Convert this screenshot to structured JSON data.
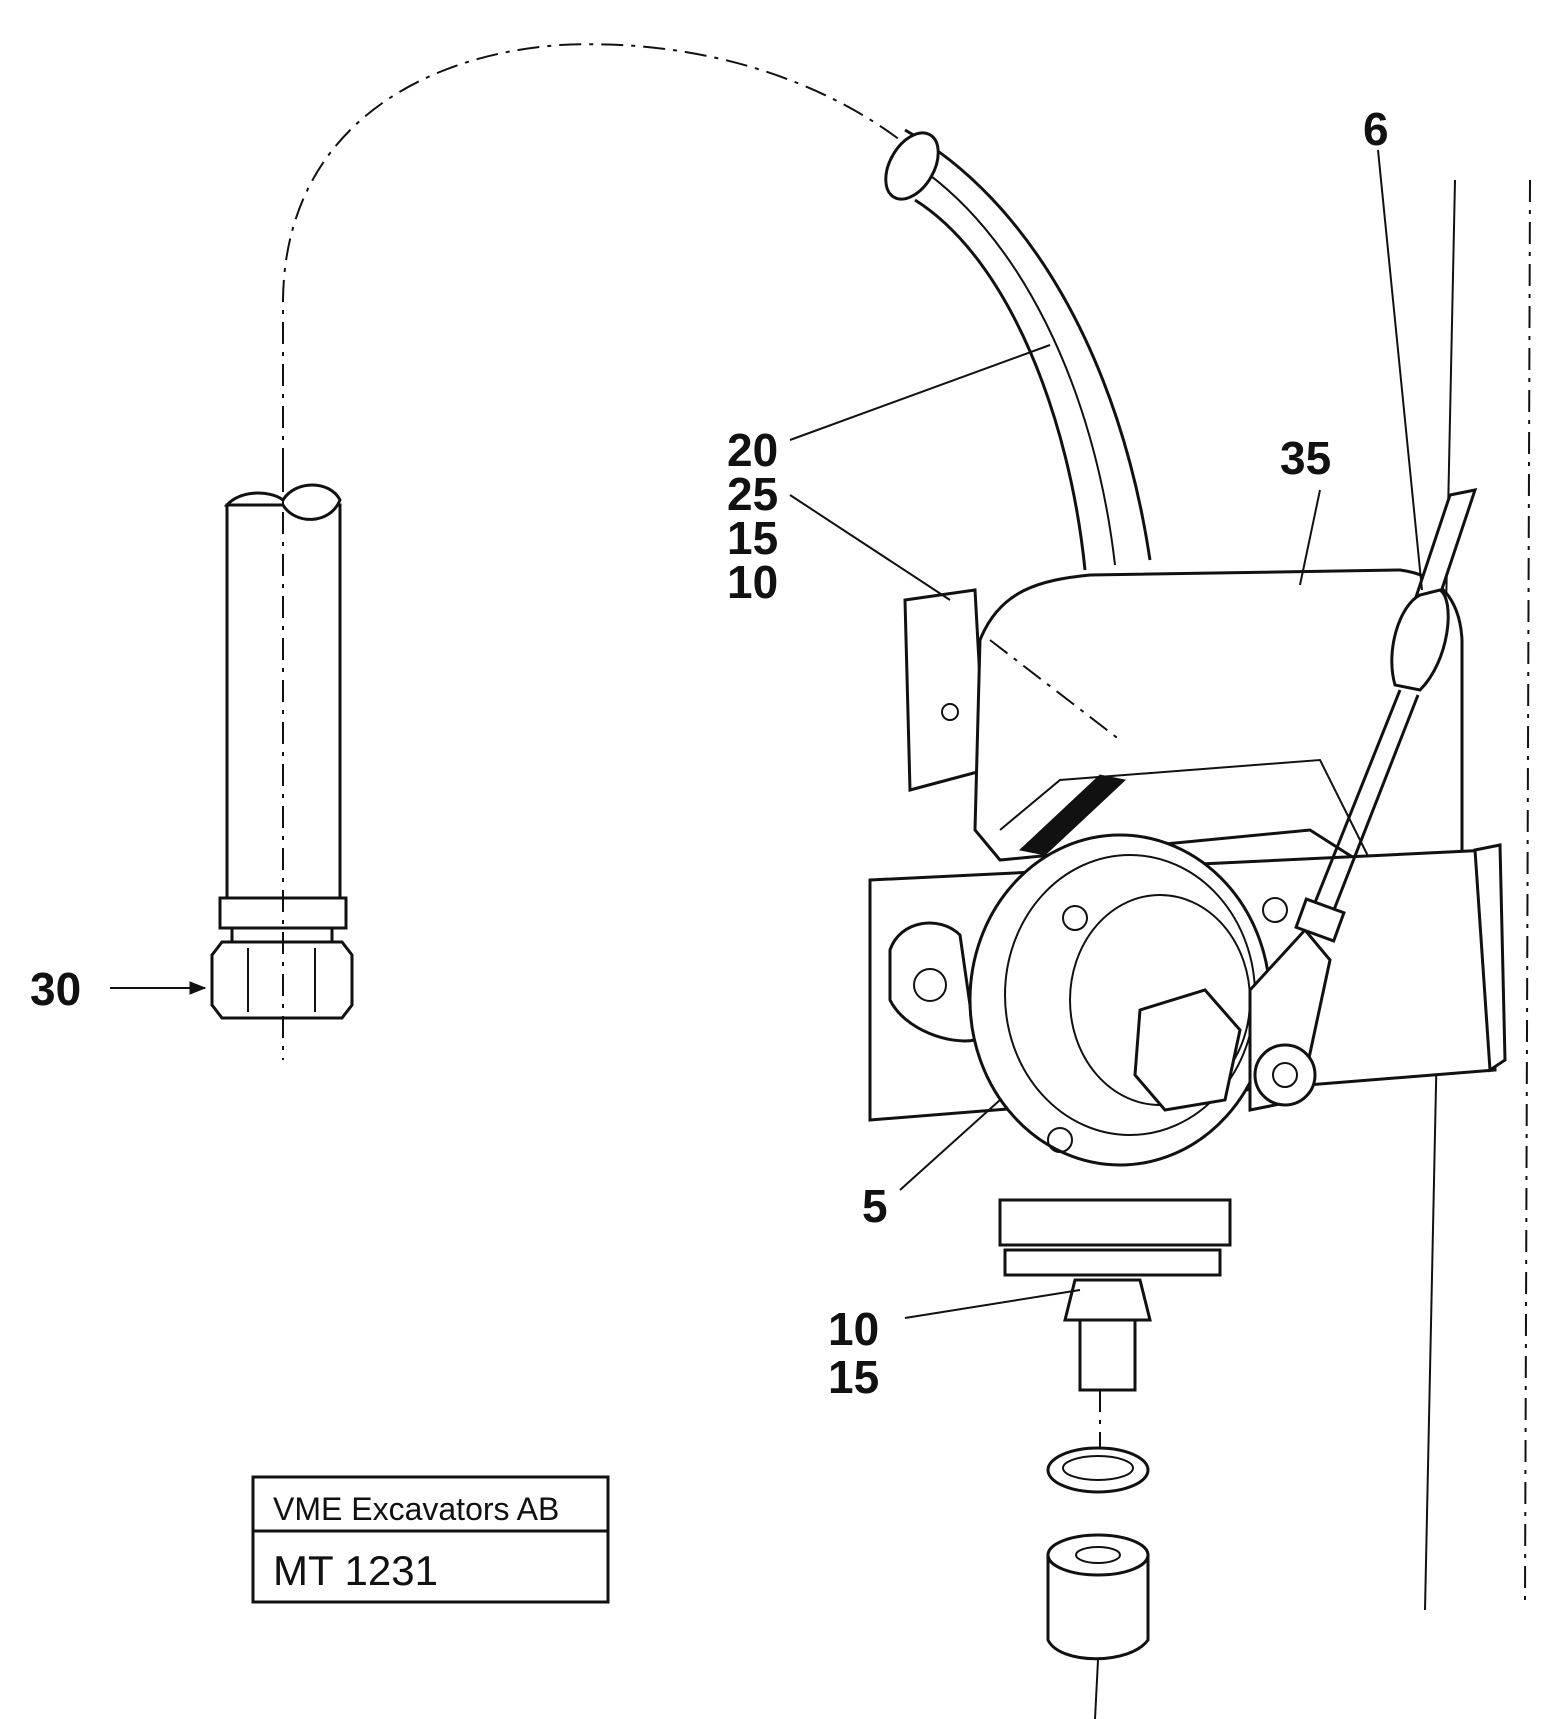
{
  "labels": {
    "l6": "6",
    "l20": "20",
    "l25": "25",
    "l15a": "15",
    "l10a": "10",
    "l35": "35",
    "l30": "30",
    "l5": "5",
    "l10b": "10",
    "l15b": "15"
  },
  "title_block": {
    "company": "VME Excavators AB",
    "code": "MT 1231"
  }
}
